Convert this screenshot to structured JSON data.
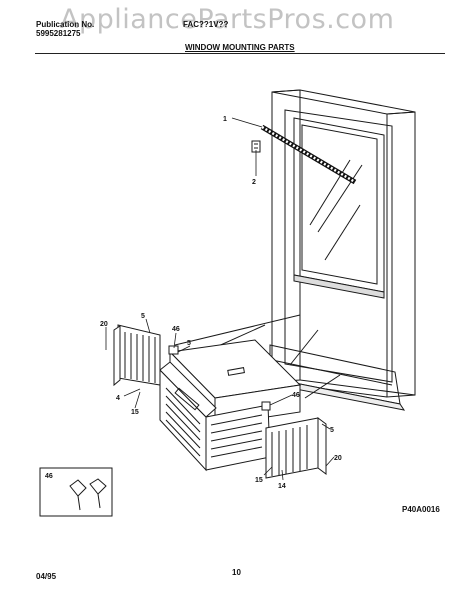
{
  "header": {
    "publication_label": "Publication No.",
    "publication_number": "5995281275",
    "model_code": "FAC??1V??",
    "watermark": "AppliancePartsPros.com",
    "section_title": "WINDOW MOUNTING PARTS"
  },
  "callouts": [
    "1",
    "2",
    "5",
    "20",
    "46",
    "5",
    "4",
    "15",
    "46",
    "5",
    "20",
    "15",
    "14",
    "46"
  ],
  "diagram_code": "P40A0016",
  "footer": {
    "date": "04/95",
    "page": "10"
  }
}
